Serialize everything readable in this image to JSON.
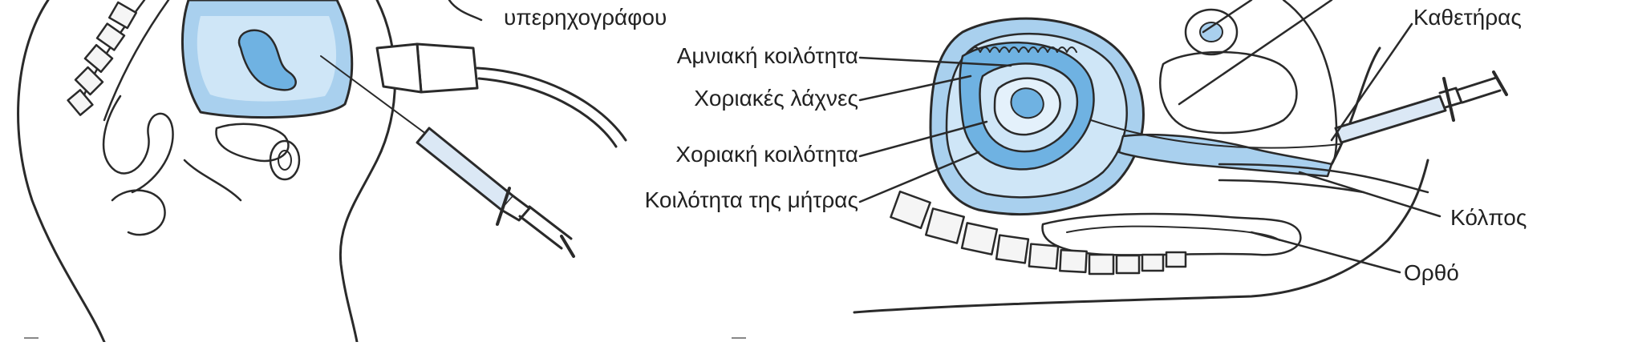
{
  "colors": {
    "outline": "#2a2a2a",
    "fluid_light": "#cfe6f7",
    "fluid_mid": "#a9d0ee",
    "fluid_dark": "#6fb2e2",
    "wall": "#5aa7dc",
    "syringe_fill": "#dbe8f5"
  },
  "left_panel": {
    "labels": {
      "ultrasound_probe": "υπερηχογράφου"
    }
  },
  "right_panel": {
    "labels": {
      "amniotic_cavity": "Αμνιακή κοιλότητα",
      "chorionic_villi": "Χοριακές λάχνες",
      "chorionic_cavity": "Χοριακή κοιλότητα",
      "uterine_cavity": "Κοιλότητα της μήτρας",
      "catheter": "Καθετήρας",
      "vagina": "Κόλπος",
      "rectum": "Ορθό"
    }
  }
}
